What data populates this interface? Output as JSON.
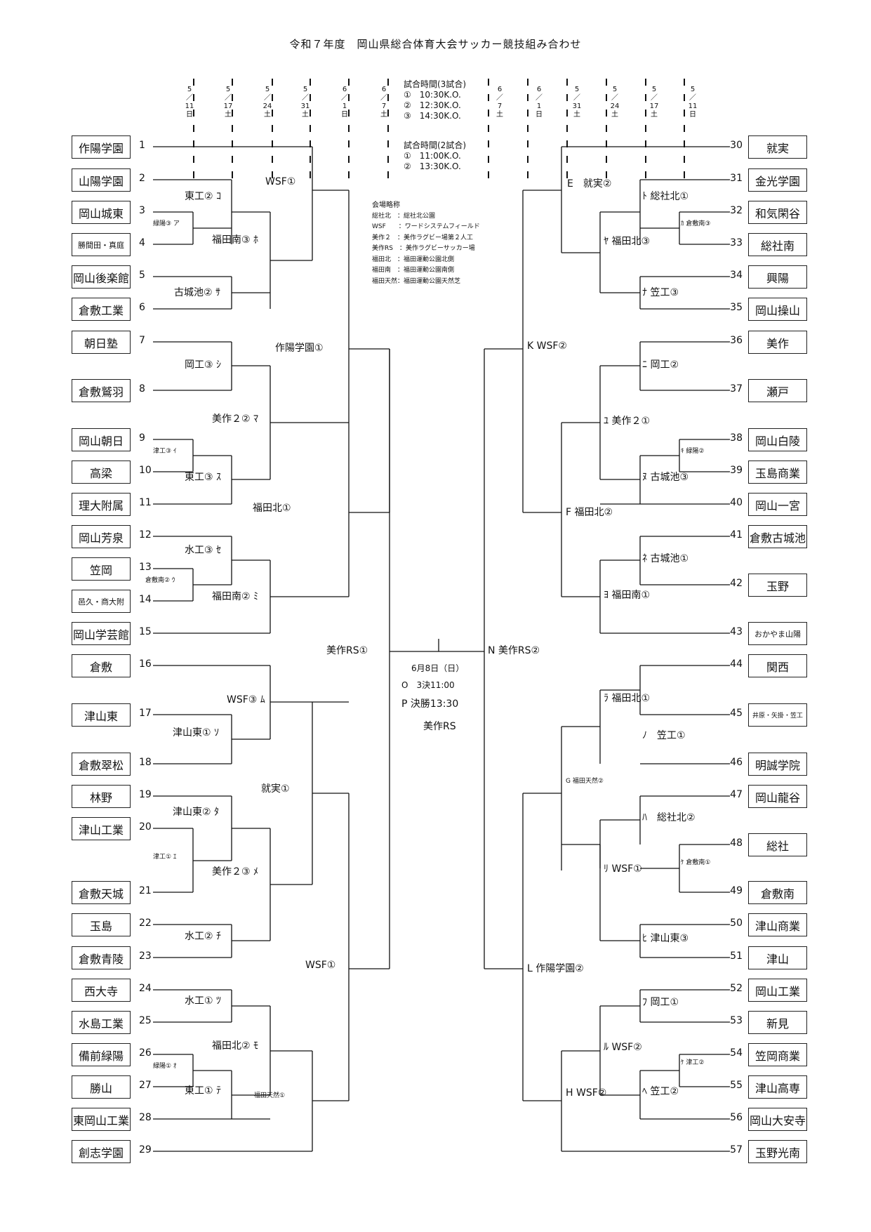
{
  "title": "令和７年度　岡山県総合体育大会サッカー競技組み合わせ",
  "dates": [
    "5\n／\n11\n日",
    "5\n／\n17\n土",
    "5\n／\n24\n土",
    "5\n／\n31\n土",
    "6\n／\n1\n日",
    "6\n／\n7\n土",
    "6\n／\n7\n土",
    "6\n／\n1\n日",
    "5\n／\n31\n土",
    "5\n／\n24\n土",
    "5\n／\n17\n土",
    "5\n／\n11\n日"
  ],
  "times3": "試合時間(3試合)\n①　10:30K.O.\n②　12:30K.O.\n③　14:30K.O.",
  "times2": "試合時間(2試合)\n①　11:00K.O.\n②　13:30K.O.",
  "venues": {
    "heading": "会場略称",
    "lines": [
      "総社北　：総社北公園",
      "WSF　　：ワードシステムフィールド",
      "美作２　：美作ラグビー場第２人工",
      "美作RS　：美作ラグビーサッカー場",
      "福田北　：福田運動公園北側",
      "福田南　：福田運動公園南側",
      "福田天然：福田運動公園天然芝"
    ]
  },
  "final": {
    "date": "6月8日（日）",
    "third": "O　3決11:00",
    "final_match": "P 決勝13:30",
    "venue": "美作RS"
  },
  "left_teams": [
    "作陽学園",
    "山陽学園",
    "岡山城東",
    "勝間田・真庭",
    "岡山後楽館",
    "倉敷工業",
    "朝日塾",
    "倉敷鷲羽",
    "岡山朝日",
    "高梁",
    "理大附属",
    "岡山芳泉",
    "笠岡",
    "邑久・商大附",
    "岡山学芸館",
    "倉敷",
    "津山東",
    "倉敷翠松",
    "林野",
    "津山工業",
    "倉敷天城",
    "玉島",
    "倉敷青陵",
    "西大寺",
    "水島工業",
    "備前緑陽",
    "勝山",
    "東岡山工業",
    "創志学園"
  ],
  "left_nums": [
    "1",
    "2",
    "3",
    "4",
    "5",
    "6",
    "7",
    "8",
    "9",
    "10",
    "11",
    "12",
    "13",
    "14",
    "15",
    "16",
    "17",
    "18",
    "19",
    "20",
    "21",
    "22",
    "23",
    "24",
    "25",
    "26",
    "27",
    "28",
    "29"
  ],
  "right_teams": [
    "就実",
    "金光学園",
    "和気閑谷",
    "総社南",
    "興陽",
    "岡山操山",
    "美作",
    "瀬戸",
    "岡山白陵",
    "玉島商業",
    "岡山一宮",
    "倉敷古城池",
    "玉野",
    "おかやま山陽",
    "関西",
    "井原・矢掛・笠工",
    "明誠学院",
    "岡山龍谷",
    "総社",
    "倉敷南",
    "津山商業",
    "津山",
    "岡山工業",
    "新見",
    "笠岡商業",
    "津山高専",
    "岡山大安寺",
    "玉野光南"
  ],
  "right_nums": [
    "30",
    "31",
    "32",
    "33",
    "34",
    "35",
    "36",
    "37",
    "38",
    "39",
    "40",
    "41",
    "42",
    "43",
    "44",
    "45",
    "46",
    "47",
    "48",
    "49",
    "50",
    "51",
    "52",
    "53",
    "54",
    "55",
    "56",
    "57"
  ],
  "match_labels": {
    "ア": "緑陽③ ア",
    "コ": "東工② ｺ",
    "ホ": "福田南③ ﾎ",
    "A": "WSF①",
    "サ": "古城池② ｻ",
    "シ": "岡工③ ｼ",
    "イ": "津工③ ｲ",
    "ス": "東工③ ｽ",
    "マ": "美作２② ﾏ",
    "I": "作陽学園①",
    "セ": "水工③ ｾ",
    "ウ": "倉敷南② ｳ",
    "ミ": "福田南② ﾐ",
    "B": "福田北①",
    "M": "美作RS①",
    "ム": "WSF③ ﾑ",
    "ソ": "津山東① ｿ",
    "C": "就実①",
    "タ": "津山東② ﾀ",
    "エ": "津工① ｴ",
    "メ": "美作２③ ﾒ",
    "チ": "水工② ﾁ",
    "J": "WSF①",
    "ツ": "水工① ﾂ",
    "オ": "緑陽① ｵ",
    "テ": "東工① ﾃ",
    "モ": "福田北② ﾓ",
    "D": "福田天然①",
    "E": "E　就実②",
    "ト": "ﾄ 総社北①",
    "カ": "ｶ 倉敷南③",
    "ヤ": "ﾔ 福田北③",
    "ナ": "ﾅ 笠工③",
    "K": "K WSF②",
    "ニ": "ﾆ 岡工②",
    "ユ": "ﾕ 美作２①",
    "キ": "ｷ 緑陽②",
    "ヌ": "ﾇ 古城池③",
    "F": "F 福田北②",
    "ネ": "ﾈ 古城池①",
    "ヨ": "ﾖ 福田南①",
    "N": "N 美作RS②",
    "ラ": "ﾗ 福田北①",
    "ノ": "ﾉ　笠工①",
    "G": "G 福田天然②",
    "ハ": "ﾊ　総社北②",
    "ケ": "ｹ 倉敷南①",
    "リ": "ﾘ WSF①",
    "ヒ": "ﾋ 津山東③",
    "L": "L 作陽学園②",
    "フ": "ﾌ 岡工①",
    "ル": "ﾙ WSF②",
    "ケ2": "ｹ 津工②",
    "ヘ": "ﾍ 笠工②",
    "H": "H WSF②"
  }
}
